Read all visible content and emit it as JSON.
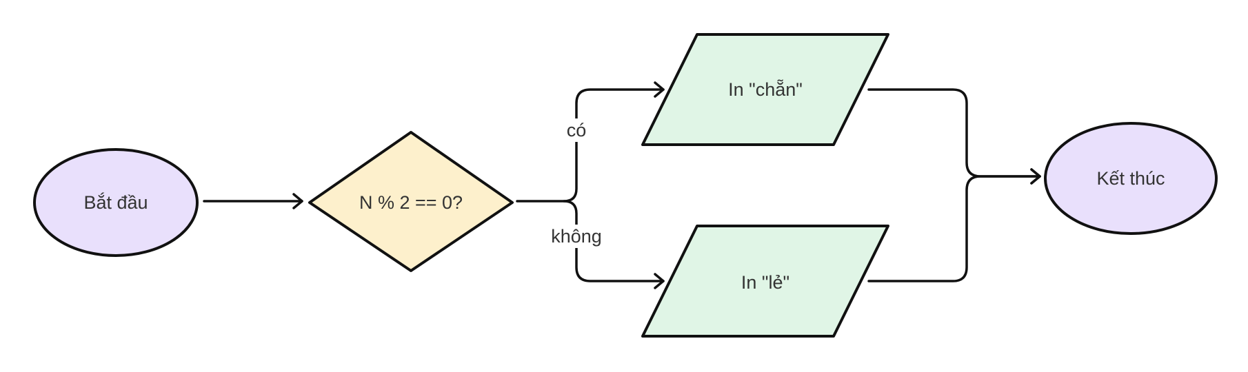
{
  "diagram": {
    "type": "flowchart",
    "nodes": {
      "start": {
        "label": "Bắt đầu",
        "shape": "ellipse",
        "fill": "#e9e0fc"
      },
      "decision": {
        "label": "N % 2 == 0?",
        "shape": "diamond",
        "fill": "#fdf0cc"
      },
      "print_even": {
        "label": "In \"chẵn\"",
        "shape": "parallelogram",
        "fill": "#e0f5e6"
      },
      "print_odd": {
        "label": "In \"lẻ\"",
        "shape": "parallelogram",
        "fill": "#e0f5e6"
      },
      "end": {
        "label": "Kết thúc",
        "shape": "ellipse",
        "fill": "#e9e0fc"
      }
    },
    "edges": [
      {
        "from": "start",
        "to": "decision",
        "label": ""
      },
      {
        "from": "decision",
        "to": "print_even",
        "label": "có"
      },
      {
        "from": "decision",
        "to": "print_odd",
        "label": "không"
      },
      {
        "from": "print_even",
        "to": "end",
        "label": ""
      },
      {
        "from": "print_odd",
        "to": "end",
        "label": ""
      }
    ],
    "edge_labels": {
      "yes": "có",
      "no": "không"
    },
    "stroke_color": "#111111",
    "text_color": "#333333"
  }
}
